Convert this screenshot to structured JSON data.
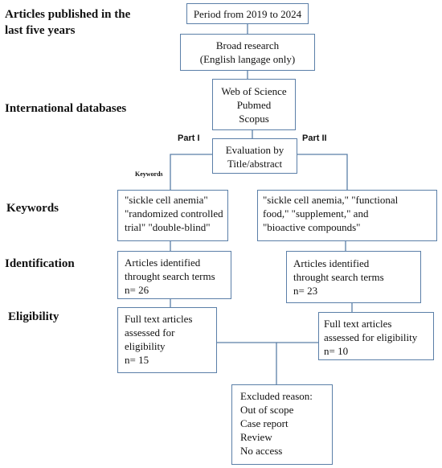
{
  "left_labels": {
    "articles_line1": "Articles published in the",
    "articles_line2": "last five years",
    "databases": "International databases",
    "keywords": "Keywords",
    "identification": "Identification",
    "eligibility": "Eligibility"
  },
  "part_labels": {
    "part1": "Part I",
    "part2": "Part II",
    "keywords_small": "Keywords"
  },
  "boxes": {
    "period": [
      "Period from 2019 to 2024"
    ],
    "broad": [
      "Broad research",
      "(English langage only)"
    ],
    "databases": [
      "Web of Science",
      "Pubmed",
      "Scopus"
    ],
    "evaluation": [
      "Evaluation by",
      "Title/abstract"
    ],
    "keywords_left": [
      "\"sickle cell anemia\"",
      "\"randomized controlled",
      "trial\" \"double-blind\""
    ],
    "keywords_right": [
      "\"sickle cell anemia,\" \"functional",
      "food,\" \"supplement,\" and",
      "\"bioactive compounds\""
    ],
    "ident_left": [
      "Articles identified",
      "throught search terms",
      "n= 26"
    ],
    "ident_right": [
      "Articles identified",
      "throught search terms",
      "n= 23"
    ],
    "elig_left": [
      "Full text articles",
      "assessed for",
      "eligibility",
      "n= 15"
    ],
    "elig_right": [
      "Full text articles",
      "assessed for eligibility",
      "n= 10"
    ],
    "excluded": [
      "Excluded reason:",
      "Out of scope",
      "Case report",
      "Review",
      "No access"
    ]
  }
}
